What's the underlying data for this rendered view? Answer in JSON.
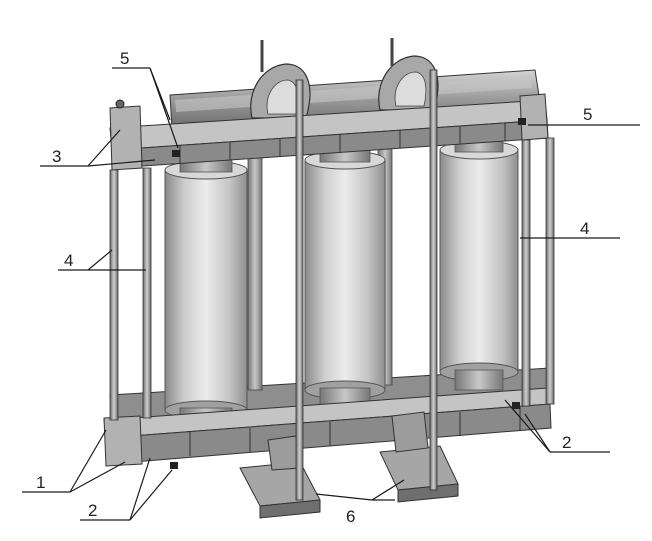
{
  "diagram": {
    "callouts": [
      {
        "id": "callout-1",
        "text": "1"
      },
      {
        "id": "callout-2-left",
        "text": "2"
      },
      {
        "id": "callout-2-right",
        "text": "2"
      },
      {
        "id": "callout-3",
        "text": "3"
      },
      {
        "id": "callout-4-left",
        "text": "4"
      },
      {
        "id": "callout-4-right",
        "text": "4"
      },
      {
        "id": "callout-5-left",
        "text": "5"
      },
      {
        "id": "callout-5-right",
        "text": "5"
      },
      {
        "id": "callout-6",
        "text": "6"
      }
    ]
  },
  "colors": {
    "background": "#ffffff",
    "ink": "#1a1a1a",
    "coil_light": "#e6e6e6",
    "coil_mid": "#bdbdbd",
    "coil_dark": "#7d7d7d",
    "steel": "#9a9a9a",
    "steel_dark": "#5a5a5a"
  }
}
